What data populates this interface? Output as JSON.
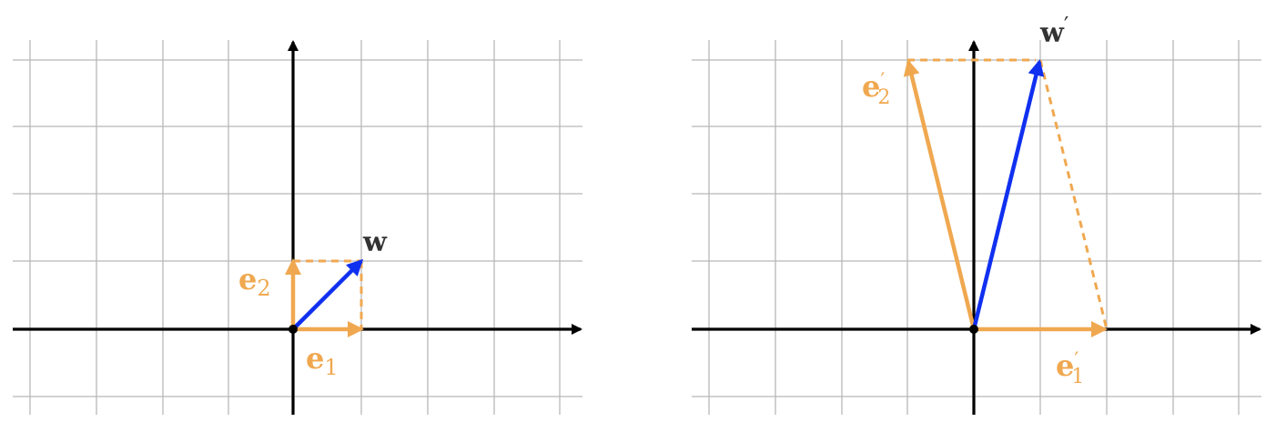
{
  "colors": {
    "grid": "#b8b8b8",
    "axis": "#000000",
    "basis": "#f0a850",
    "vector": "#1030f0",
    "label_dark": "#333333"
  },
  "left_panel": {
    "vector_label": "w",
    "e1_label": {
      "base": "e",
      "sub": "1"
    },
    "e2_label": {
      "base": "e",
      "sub": "2"
    }
  },
  "right_panel": {
    "vector_label": "w",
    "vector_prime": "′",
    "e1_label": {
      "base": "e",
      "prime": "′",
      "sub": "1"
    },
    "e2_label": {
      "base": "e",
      "prime": "′",
      "sub": "2"
    }
  }
}
